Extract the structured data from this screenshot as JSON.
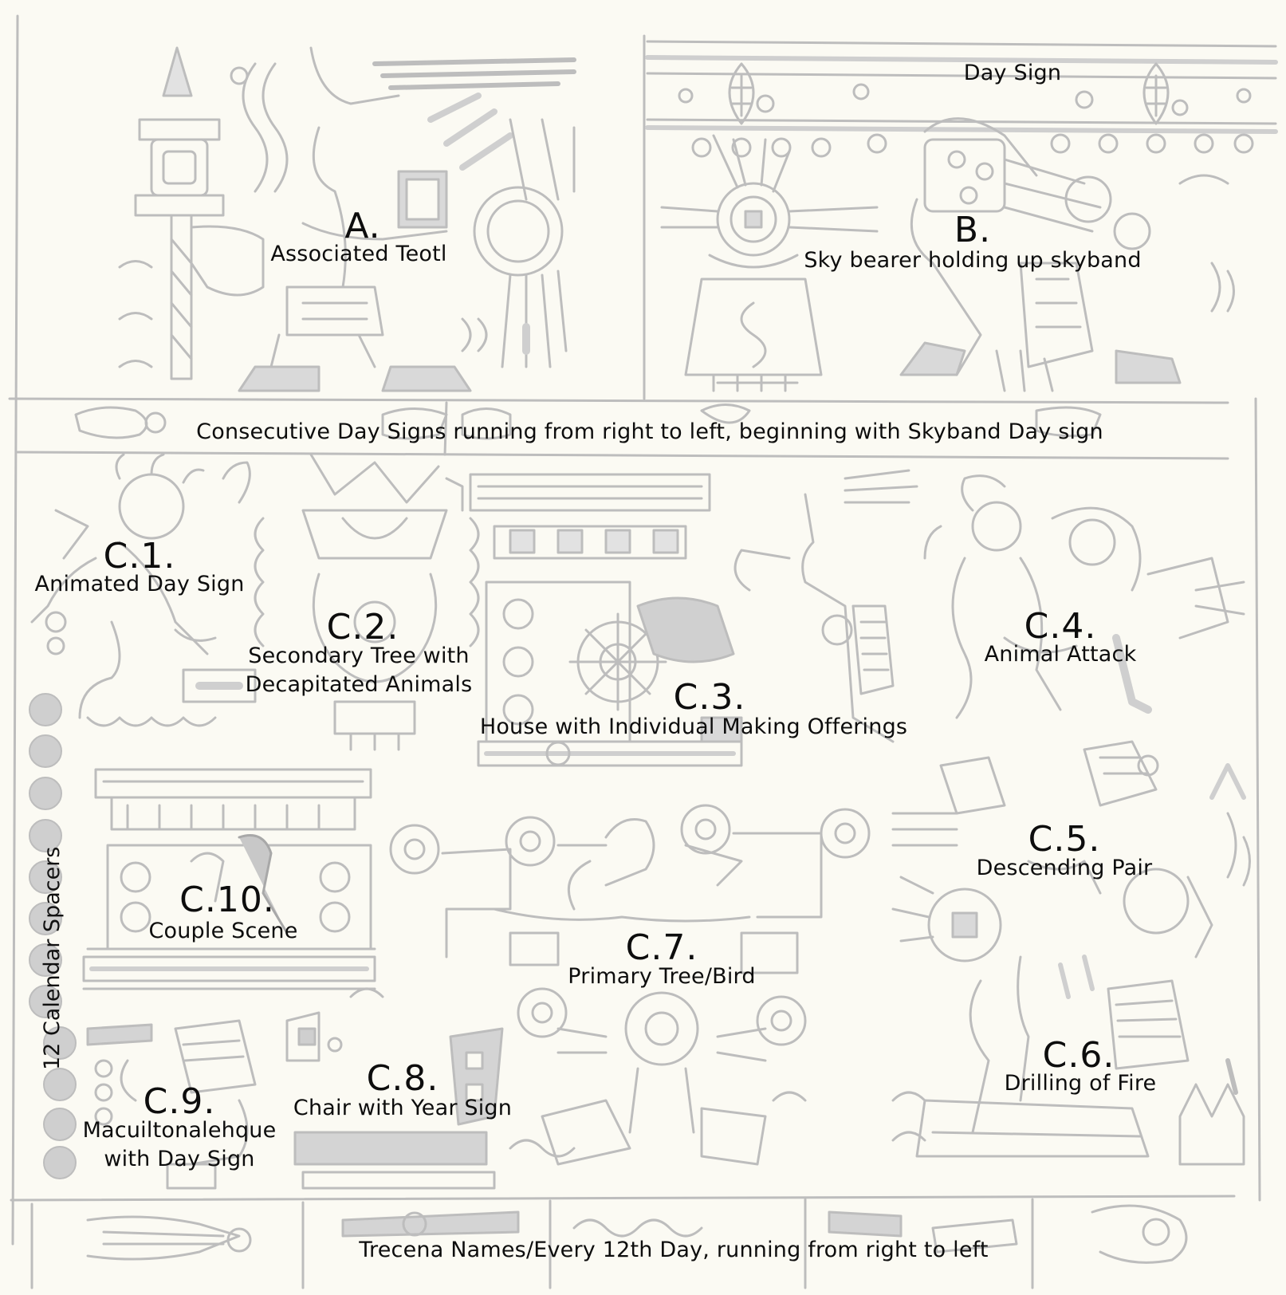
{
  "colors": {
    "background": "#fbfaf3",
    "line_art": "#bdbdbd",
    "fill_art": "#cfcfcf",
    "text": "#0d0d0d"
  },
  "regions": {
    "A": {
      "code": "A.",
      "name": "Associated Teotl"
    },
    "B": {
      "code": "B.",
      "name": "Sky bearer holding up skyband"
    },
    "day_sign": {
      "name": "Day Sign"
    },
    "C1": {
      "code": "C.1.",
      "name": "Animated Day Sign"
    },
    "C2": {
      "code": "C.2.",
      "name_line1": "Secondary Tree with",
      "name_line2": "Decapitated Animals"
    },
    "C3": {
      "code": "C.3.",
      "name": "House with Individual Making Offerings"
    },
    "C4": {
      "code": "C.4.",
      "name": "Animal Attack"
    },
    "C5": {
      "code": "C.5.",
      "name": "Descending Pair"
    },
    "C6": {
      "code": "C.6.",
      "name": "Drilling of Fire"
    },
    "C7": {
      "code": "C.7.",
      "name": "Primary Tree/Bird"
    },
    "C8": {
      "code": "C.8.",
      "name": "Chair with Year Sign"
    },
    "C9": {
      "code": "C.9.",
      "name_line1": "Macuiltonalehque",
      "name_line2": "with Day Sign"
    },
    "C10": {
      "code": "C.10.",
      "name": "Couple Scene"
    }
  },
  "bands": {
    "middle": "Consecutive Day Signs running from right to left, beginning with Skyband Day sign",
    "bottom": "Trecena Names/Every 12th Day, running from right to left",
    "side": "12 Calendar Spacers"
  }
}
